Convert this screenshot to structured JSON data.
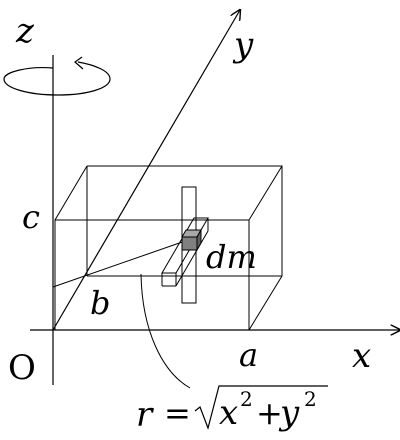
{
  "labels": {
    "z_axis": "z",
    "y_axis": "y",
    "x_axis": "x",
    "origin": "O",
    "c": "c",
    "b": "b",
    "a": "a",
    "dm": "dm",
    "radius": {
      "r": "r",
      "equals": "=",
      "x": "x",
      "x_exp": "2",
      "plus": "+",
      "y": "y",
      "y_exp": "2"
    }
  },
  "colors": {
    "line": "#000000",
    "element_fill": "#808080"
  },
  "icons": {
    "rotation": "rotation-arrow-icon"
  }
}
